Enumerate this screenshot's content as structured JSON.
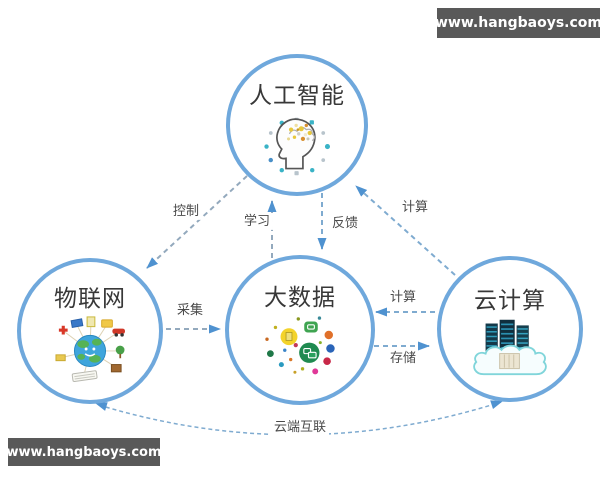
{
  "diagram_title": "",
  "watermarks": {
    "top_right": "www.hangbaoys.com",
    "bottom_left": "www.hangbaoys.com"
  },
  "nodes": {
    "ai": {
      "label": "人工智能",
      "icon": "ai-brain-icon"
    },
    "iot": {
      "label": "物联网",
      "icon": "iot-globe-icon"
    },
    "bigdata": {
      "label": "大数据",
      "icon": "bigdata-dots-icon"
    },
    "cloud": {
      "label": "云计算",
      "icon": "cloud-servers-icon"
    }
  },
  "edges": {
    "control": {
      "label": "控制",
      "from": "ai",
      "to": "iot"
    },
    "learn": {
      "label": "学习",
      "from": "bigdata",
      "to": "ai"
    },
    "feedback": {
      "label": "反馈",
      "from": "ai",
      "to": "bigdata"
    },
    "compute_ai": {
      "label": "计算",
      "from": "cloud",
      "to": "ai"
    },
    "collect": {
      "label": "采集",
      "from": "iot",
      "to": "bigdata"
    },
    "compute_bigdata": {
      "label": "计算",
      "from": "cloud",
      "to": "bigdata"
    },
    "store": {
      "label": "存储",
      "from": "bigdata",
      "to": "cloud"
    },
    "cloud_link": {
      "label": "云端互联",
      "from": "iot",
      "to": "cloud",
      "bidirectional": true
    }
  },
  "colors": {
    "circle_stroke": "#6fa8dc",
    "arrow_head": "#4f92d0",
    "dash_gray": "#93a9bd",
    "dash_blue": "#7fabd0",
    "watermark_bg": "#595959",
    "watermark_text": "#ffffff",
    "title_text": "#383838",
    "edge_label_text": "#4a4a4a"
  }
}
